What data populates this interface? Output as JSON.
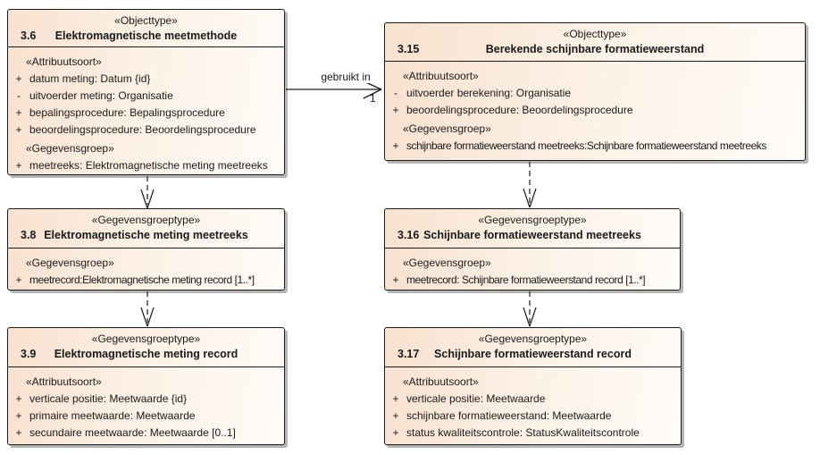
{
  "diagram": {
    "colors": {
      "box_fill_start": "#f8e1cf",
      "box_fill_end": "#fefcf9",
      "border": "#1c1c1c",
      "shadow": "#b5b5b5",
      "text": "#1a1a1a"
    },
    "connectors": {
      "gebruikt_in_label": "gebruikt in",
      "multiplicity": "1"
    },
    "boxes": [
      {
        "stereotype": "«Objecttype»",
        "number": "3.6",
        "title": "Elektromagnetische meetmethode",
        "sections": [
          {
            "heading": "«Attribuutsoort»",
            "rows": [
              {
                "prefix": "+",
                "text": "datum meting: Datum {id}"
              },
              {
                "prefix": "-",
                "text": "uitvoerder meting: Organisatie"
              },
              {
                "prefix": "+",
                "text": "bepalingsprocedure: Bepalingsprocedure"
              },
              {
                "prefix": "+",
                "text": "beoordelingsprocedure: Beoordelingsprocedure"
              }
            ]
          },
          {
            "heading": "«Gegevensgroep»",
            "rows": [
              {
                "prefix": "+",
                "text": "meetreeks: Elektromagnetische meting meetreeks"
              }
            ]
          }
        ]
      },
      {
        "stereotype": "«Objecttype»",
        "number": "3.15",
        "title": "Berekende schijnbare formatieweerstand",
        "sections": [
          {
            "heading": "«Attribuutsoort»",
            "rows": [
              {
                "prefix": "-",
                "text": "uitvoerder berekening: Organisatie"
              },
              {
                "prefix": "+",
                "text": "beoordelingsprocedure: Beoordelingsprocedure"
              }
            ]
          },
          {
            "heading": "«Gegevensgroep»",
            "rows": [
              {
                "prefix": "+",
                "text": "schijnbare formatieweerstand meetreeks:Schijnbare formatieweerstand meetreeks"
              }
            ]
          }
        ]
      },
      {
        "stereotype": "«Gegevensgroeptype»",
        "number": "3.8",
        "title": "Elektromagnetische meting meetreeks",
        "sections": [
          {
            "heading": "«Gegevensgroep»",
            "rows": [
              {
                "prefix": "+",
                "text": "meetrecord:Elektromagnetische meting record [1..*]"
              }
            ]
          }
        ]
      },
      {
        "stereotype": "«Gegevensgroeptype»",
        "number": "3.16",
        "title": "Schijnbare formatieweerstand meetreeks",
        "sections": [
          {
            "heading": "«Gegevensgroep»",
            "rows": [
              {
                "prefix": "+",
                "text": "meetrecord: Schijnbare formatieweerstand record [1..*]"
              }
            ]
          }
        ]
      },
      {
        "stereotype": "«Gegevensgroeptype»",
        "number": "3.9",
        "title": "Elektromagnetische meting record",
        "sections": [
          {
            "heading": "«Attribuutsoort»",
            "rows": [
              {
                "prefix": "+",
                "text": "verticale positie: Meetwaarde {id}"
              },
              {
                "prefix": "+",
                "text": "primaire meetwaarde: Meetwaarde"
              },
              {
                "prefix": "+",
                "text": "secundaire meetwaarde: Meetwaarde [0..1]"
              }
            ]
          }
        ]
      },
      {
        "stereotype": "«Gegevensgroeptype»",
        "number": "3.17",
        "title": "Schijnbare formatieweerstand record",
        "sections": [
          {
            "heading": "«Attribuutsoort»",
            "rows": [
              {
                "prefix": "+",
                "text": "verticale positie: Meetwaarde"
              },
              {
                "prefix": "+",
                "text": "schijnbare formatieweerstand: Meetwaarde"
              },
              {
                "prefix": "+",
                "text": "status kwaliteitscontrole: StatusKwaliteitscontrole"
              }
            ]
          }
        ]
      }
    ]
  }
}
